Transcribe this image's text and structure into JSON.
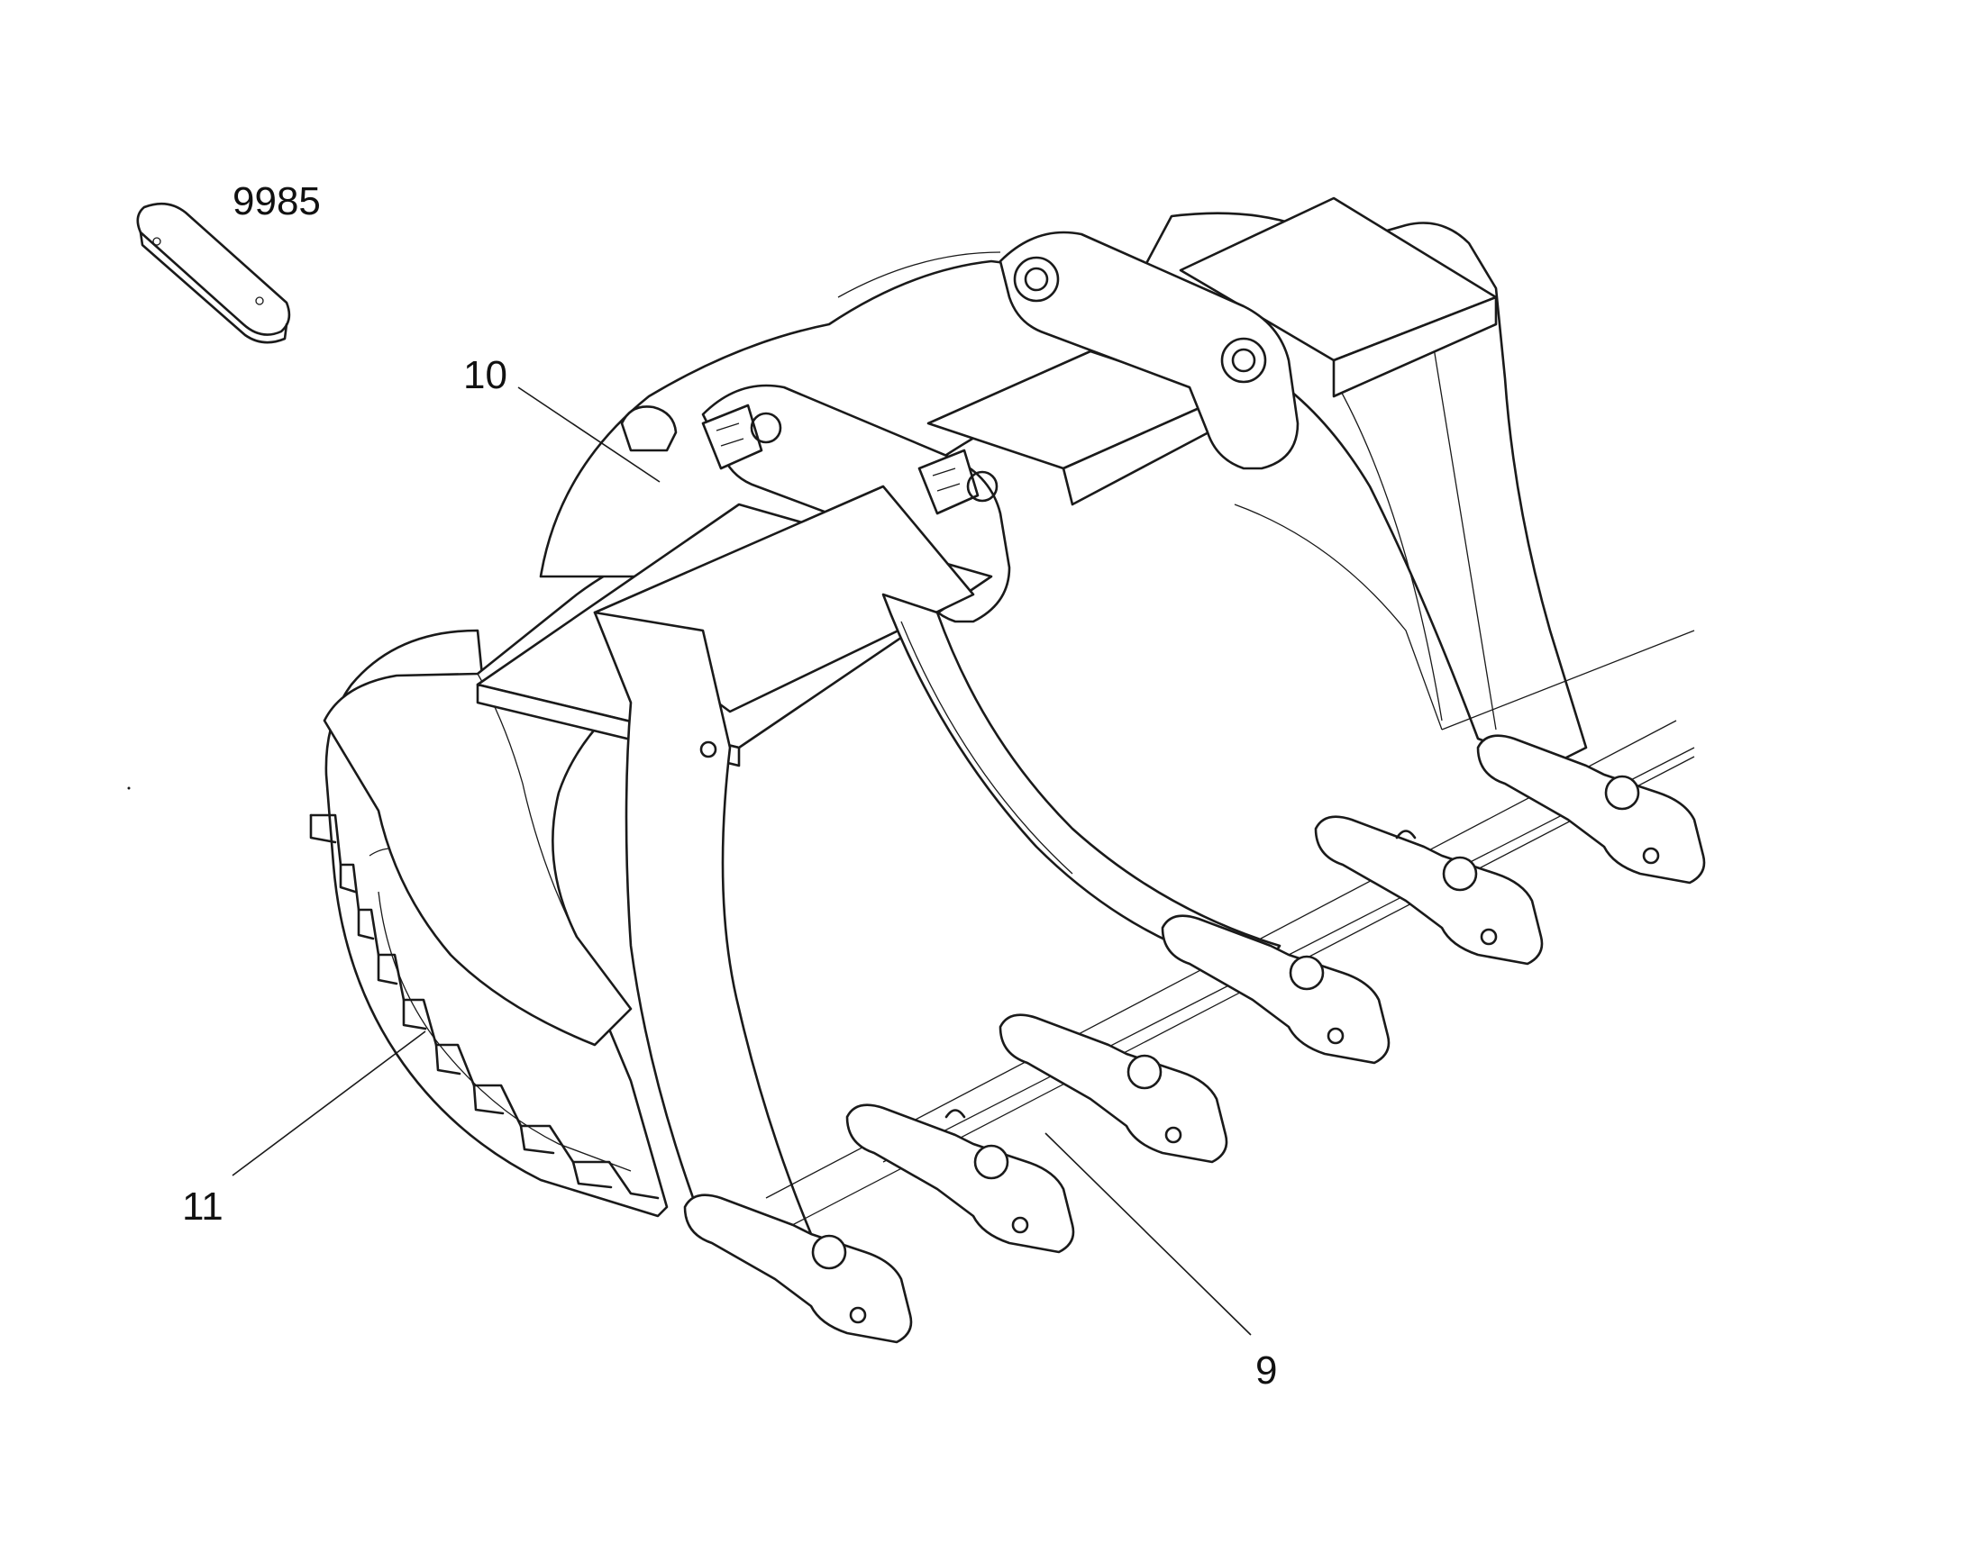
{
  "callouts": {
    "part_9985": "9985",
    "part_10": "10",
    "part_11": "11",
    "part_9": "9"
  },
  "colors": {
    "line": "#1a1a1a",
    "background": "#ffffff"
  },
  "icons": {
    "drawing": "excavator-bucket-exploded-view",
    "plate": "shim-plate-icon",
    "tooth": "bucket-tooth-icon"
  }
}
